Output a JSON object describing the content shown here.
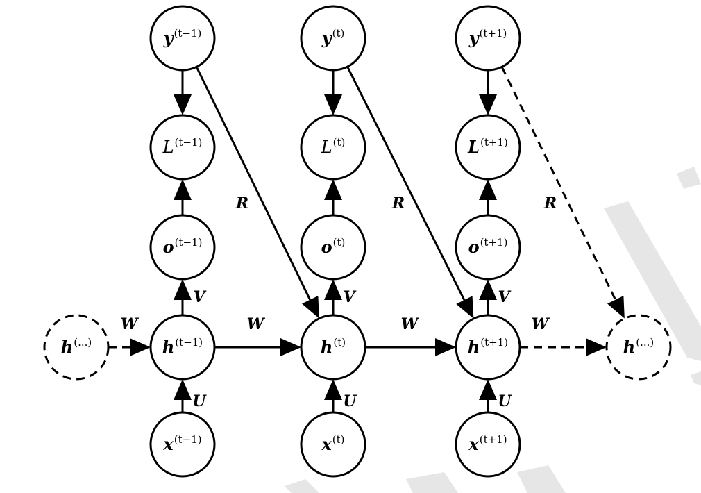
{
  "nodes": {
    "y_prev": {
      "symbol": "y",
      "sup": "(t−1)"
    },
    "y_t": {
      "symbol": "y",
      "sup": "(t)"
    },
    "y_next": {
      "symbol": "y",
      "sup": "(t+1)"
    },
    "L_prev": {
      "symbol": "L",
      "sup": "(t−1)"
    },
    "L_t": {
      "symbol": "L",
      "sup": "(t)"
    },
    "L_next": {
      "symbol": "L",
      "sup": "(t+1)"
    },
    "o_prev": {
      "symbol": "o",
      "sup": "(t−1)"
    },
    "o_t": {
      "symbol": "o",
      "sup": "(t)"
    },
    "o_next": {
      "symbol": "o",
      "sup": "(t+1)"
    },
    "h_left": {
      "symbol": "h",
      "sup": "(...)"
    },
    "h_prev": {
      "symbol": "h",
      "sup": "(t−1)"
    },
    "h_t": {
      "symbol": "h",
      "sup": "(t)"
    },
    "h_next": {
      "symbol": "h",
      "sup": "(t+1)"
    },
    "h_right": {
      "symbol": "h",
      "sup": "(...)"
    },
    "x_prev": {
      "symbol": "x",
      "sup": "(t−1)"
    },
    "x_t": {
      "symbol": "x",
      "sup": "(t)"
    },
    "x_next": {
      "symbol": "x",
      "sup": "(t+1)"
    }
  },
  "edge_labels": {
    "W": "W",
    "U": "U",
    "V": "V",
    "R": "R"
  }
}
